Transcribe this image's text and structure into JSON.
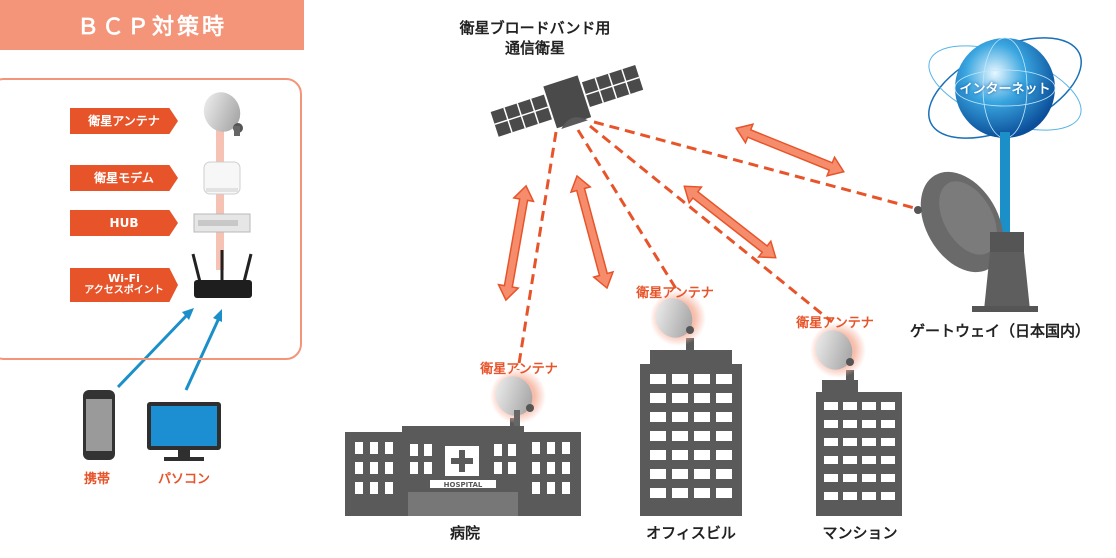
{
  "bcp": {
    "title": "ＢＣＰ対策時",
    "tags": {
      "antenna": "衛星アンテナ",
      "modem": "衛星モデム",
      "hub": "HUB",
      "wifi_line1": "Wi-Fi",
      "wifi_line2": "アクセスポイント"
    },
    "devices": {
      "phone": "携帯",
      "pc": "パソコン"
    }
  },
  "satellite": {
    "label_line1": "衛星ブロードバンド用",
    "label_line2": "通信衛星"
  },
  "internet": {
    "label": "インターネット"
  },
  "gateway": {
    "label": "ゲートウェイ（日本国内）"
  },
  "sites": {
    "hospital": {
      "antenna_label": "衛星アンテナ",
      "name": "病院",
      "sign": "HOSPITAL"
    },
    "office": {
      "antenna_label": "衛星アンテナ",
      "name": "オフィスビル"
    },
    "mansion": {
      "antenna_label": "衛星アンテナ",
      "name": "マンション"
    }
  },
  "colors": {
    "accent": "#e8542a",
    "header": "#f4957a",
    "building": "#5a5a5a",
    "link_blue": "#1a8fc8",
    "arrow_fill": "#f58c6c"
  }
}
